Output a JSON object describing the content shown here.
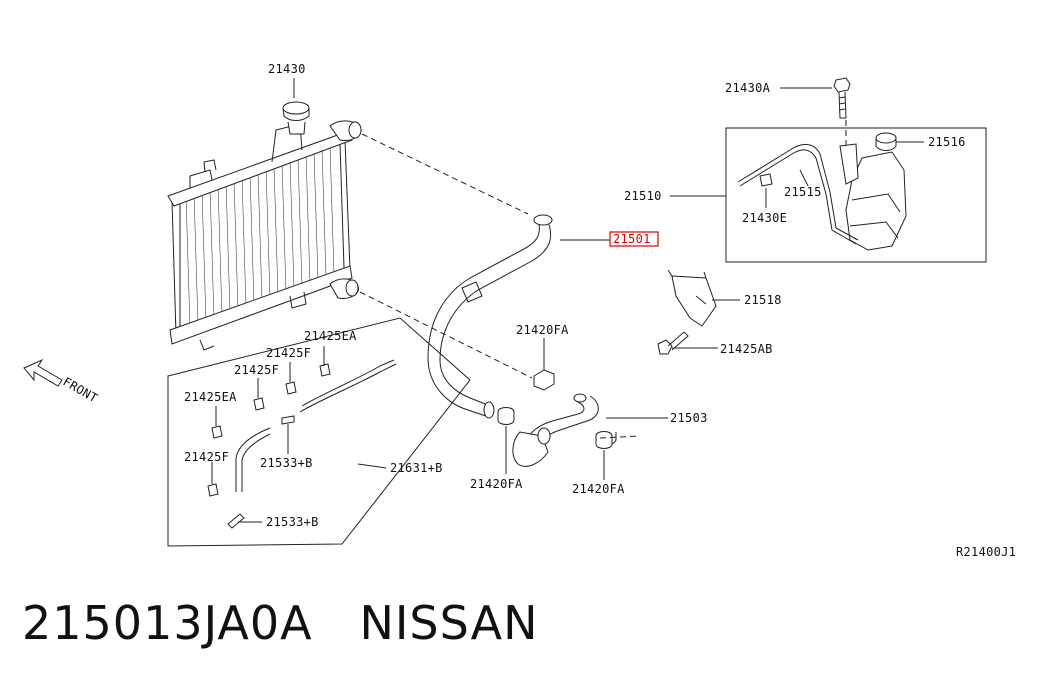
{
  "labels": {
    "l21430": "21430",
    "l21430A": "21430A",
    "l21516": "21516",
    "l21510": "21510",
    "l21515": "21515",
    "l21430E": "21430E",
    "l21501": "21501",
    "l21518": "21518",
    "l21425AB": "21425AB",
    "l21420FA_top": "21420FA",
    "l21503": "21503",
    "l21420FA_mid": "21420FA",
    "l21420FA_right": "21420FA",
    "l21425EA_a": "21425EA",
    "l21425F_a": "21425F",
    "l21425F_b": "21425F",
    "l21425EA_b": "21425EA",
    "l21425F_c": "21425F",
    "l21533B_a": "21533+B",
    "l21631B": "21631+B",
    "l21533B_b": "21533+B",
    "front": "FRONT",
    "ref": "R21400J1"
  },
  "highlight_color": "#e00000",
  "footer": {
    "part_number": "215013JA0A",
    "brand": "NISSAN"
  }
}
